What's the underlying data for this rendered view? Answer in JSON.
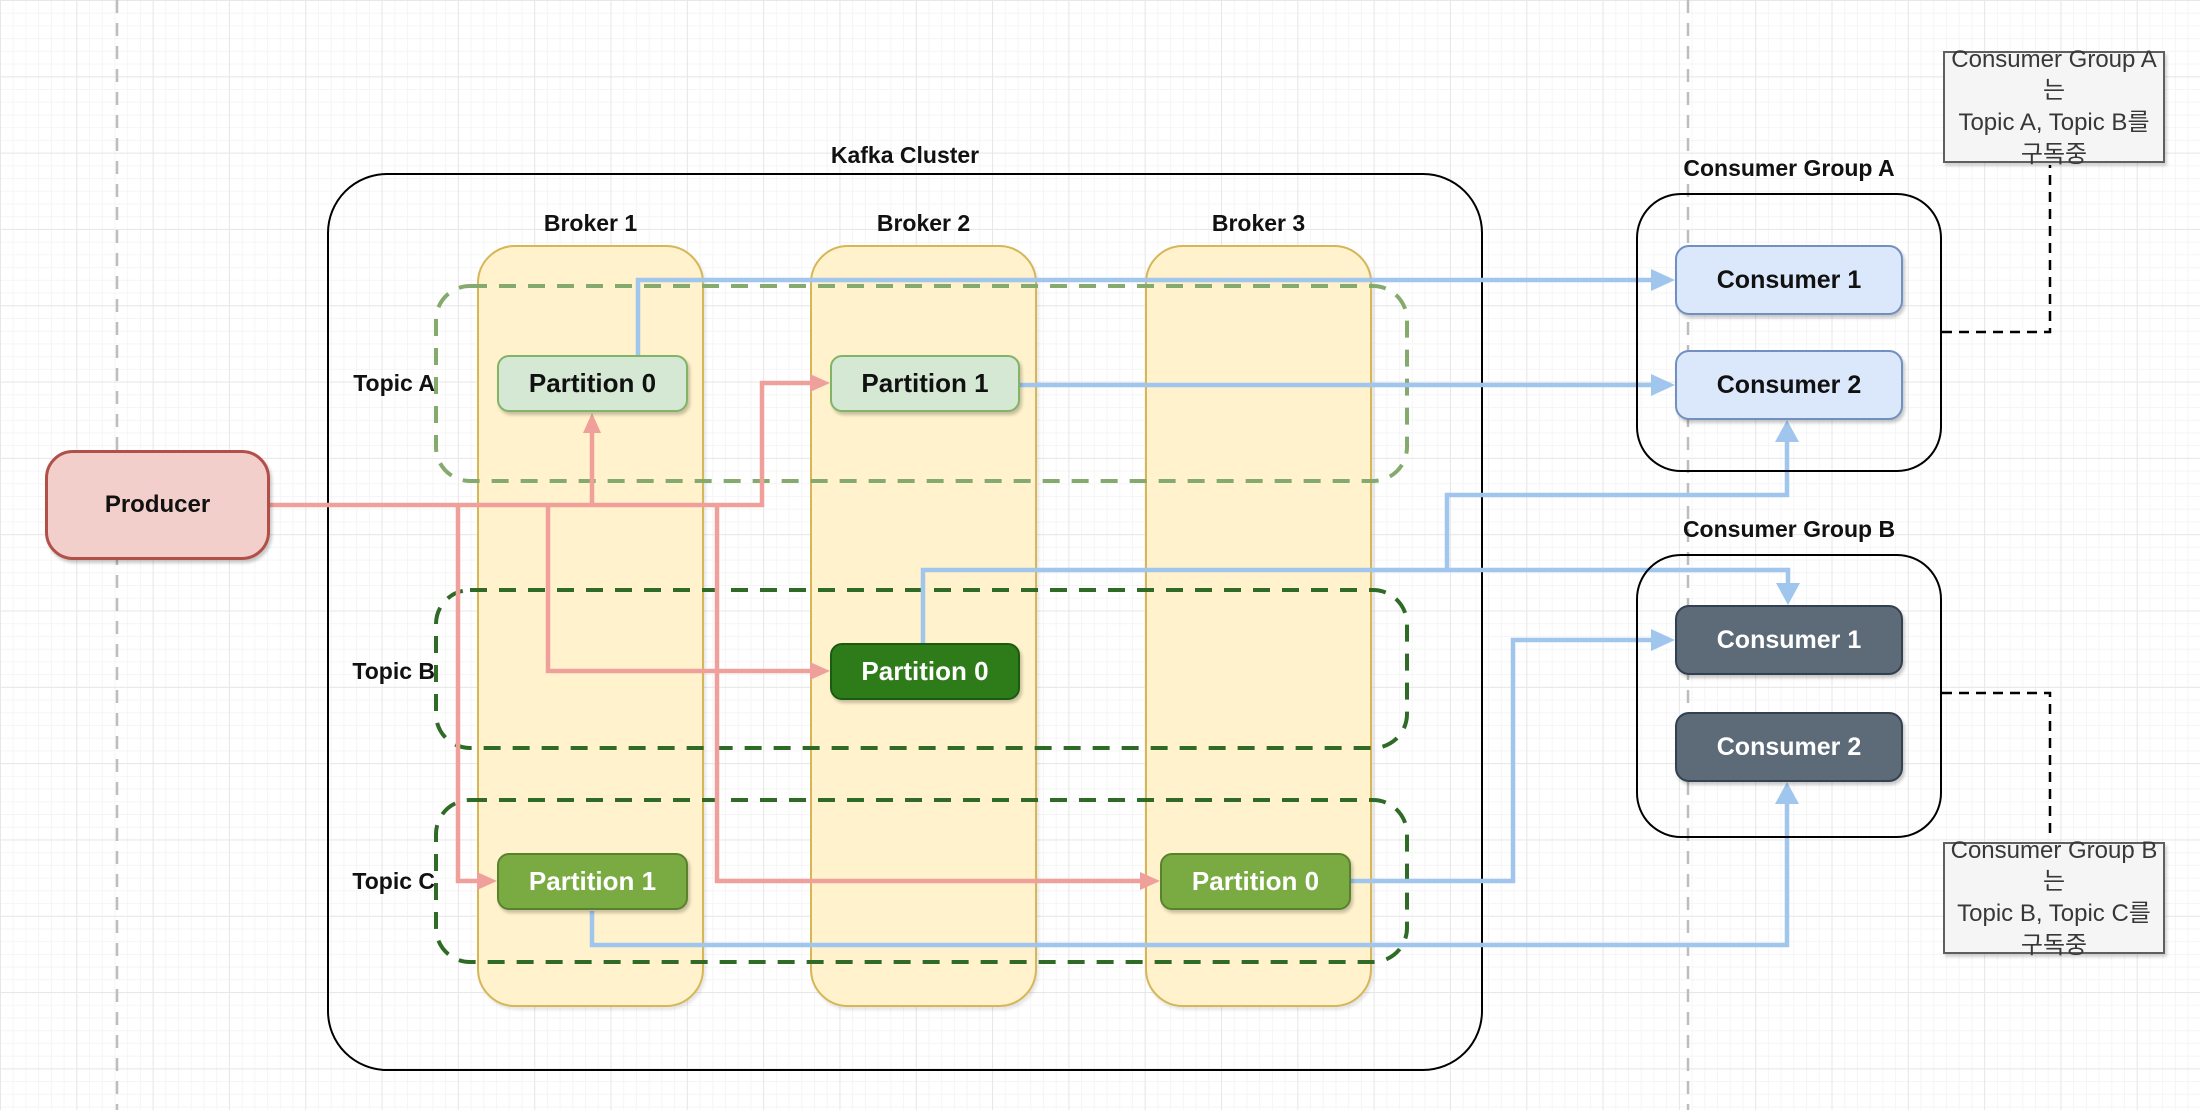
{
  "diagram": {
    "cluster_label": "Kafka Cluster",
    "producer": {
      "label": "Producer"
    },
    "brokers": [
      {
        "label": "Broker 1"
      },
      {
        "label": "Broker 2"
      },
      {
        "label": "Broker 3"
      }
    ],
    "topics": [
      {
        "label": "Topic A"
      },
      {
        "label": "Topic B"
      },
      {
        "label": "Topic C"
      }
    ],
    "partitions": {
      "topic_a_broker1": "Partition 0",
      "topic_a_broker2": "Partition 1",
      "topic_b_broker2": "Partition 0",
      "topic_c_broker1": "Partition 1",
      "topic_c_broker3": "Partition 0"
    },
    "consumer_group_a": {
      "title": "Consumer Group A",
      "consumers": [
        "Consumer 1",
        "Consumer 2"
      ]
    },
    "consumer_group_b": {
      "title": "Consumer Group B",
      "consumers": [
        "Consumer 1",
        "Consumer 2"
      ]
    },
    "notes": {
      "group_a": "Consumer Group A는\nTopic A, Topic B를\n구독중",
      "group_b": "Consumer Group B는\nTopic B, Topic C를\n구독중"
    },
    "colors": {
      "producer_fill": "#f3cfcc",
      "producer_border": "#b05048",
      "broker_fill": "#fff2cc",
      "broker_border": "#d6b656",
      "partition_light_fill": "#d5e8d4",
      "partition_light_border": "#82b366",
      "partition_dark_fill": "#2e7c19",
      "partition_mid_fill": "#7aab42",
      "consumer_a_fill": "#dbe8fc",
      "consumer_a_border": "#7090c0",
      "consumer_b_fill": "#5d6b78",
      "consumer_b_border": "#324050",
      "topic_a_dash": "#84aa6e",
      "topic_bc_dash": "#2f6b27",
      "producer_line": "#f0a09b",
      "consumer_line": "#a0c6ee",
      "note_fill": "#f5f5f5",
      "note_border": "#5f5f5f"
    }
  }
}
